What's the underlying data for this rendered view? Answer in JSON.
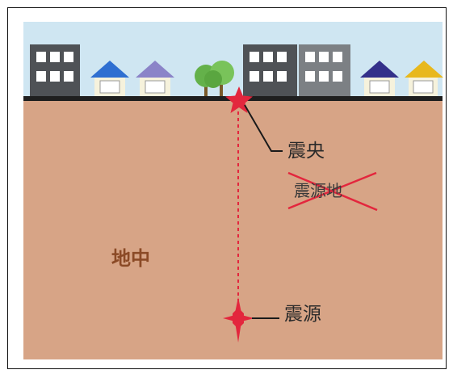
{
  "labels": {
    "epicenter": "震央",
    "struck_term": "震源地",
    "underground": "地中",
    "hypocenter": "震源"
  },
  "colors": {
    "sky": "#cfe6f2",
    "ground": "#d7a486",
    "ground_line": "#1f1f1f",
    "star": "#e3263d",
    "cross": "#e3263d",
    "dashed_line": "#e3263d",
    "building": "#4f5256",
    "building_light": "#7c8084",
    "window": "#ffffff",
    "roof_blue": "#2f6fd1",
    "roof_lavender": "#8b84c8",
    "roof_navy": "#33308a",
    "roof_yellow": "#e8b81c",
    "house_wall": "#f6f2dc",
    "tree": "#64b14a"
  },
  "icons": [
    "star-icon",
    "burst-icon",
    "cross-out-icon",
    "building-icon",
    "house-icon",
    "tree-icon"
  ]
}
